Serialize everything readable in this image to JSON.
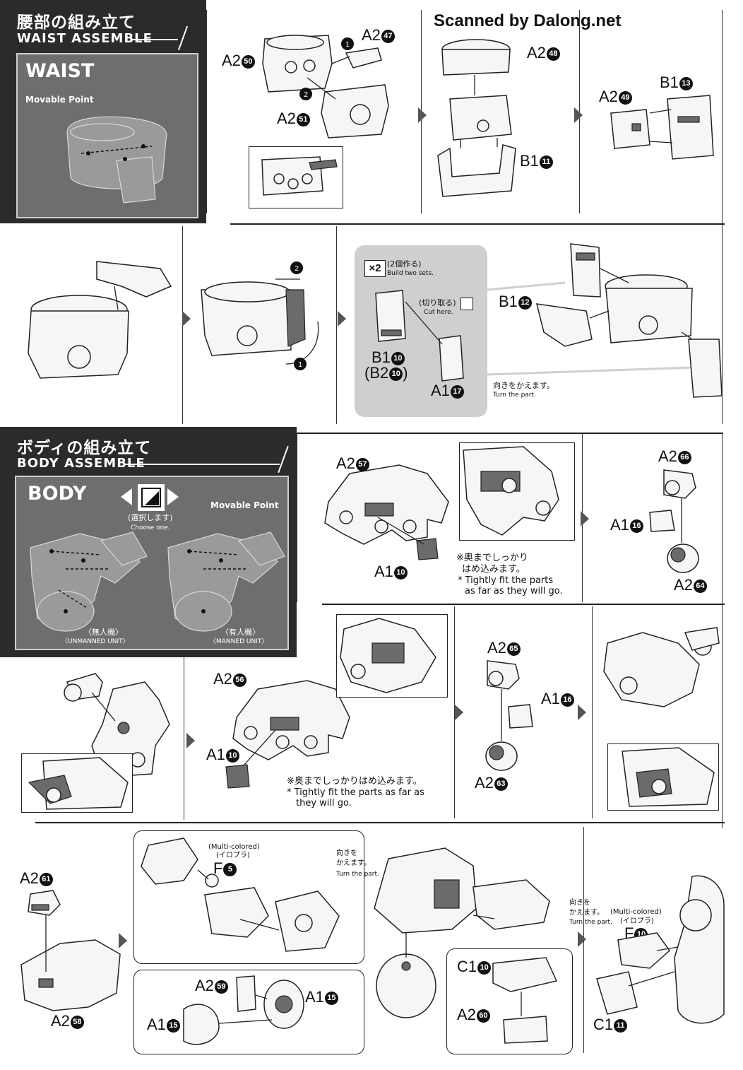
{
  "watermark": "Scanned by Dalong.net",
  "waist": {
    "header_jp": "腰部の組み立て",
    "header_en": "WAIST ASSEMBLE",
    "panel_title": "WAIST",
    "panel_sub": "Movable Point",
    "labels": {
      "a2_50": "A2",
      "a2_50_n": "50",
      "a2_47": "A2",
      "a2_47_n": "47",
      "a2_51": "A2",
      "a2_51_n": "51",
      "a2_48": "A2",
      "a2_48_n": "48",
      "b1_11": "B1",
      "b1_11_n": "11",
      "a2_49": "A2",
      "a2_49_n": "49",
      "b1_13": "B1",
      "b1_13_n": "13",
      "b1_12": "B1",
      "b1_12_n": "12",
      "b1_10": "B1",
      "b1_10_n": "10",
      "b2_10": "(B2",
      "b2_10_n": "10",
      "b2_10_close": ")",
      "a1_17": "A1",
      "a1_17_n": "17"
    },
    "steps": {
      "s1": "1",
      "s2": "2"
    },
    "callout": {
      "x2": "×2",
      "make_two_jp": "(2個作る)",
      "make_two_en": "Build two sets.",
      "cut_jp": "(切り取る)",
      "cut_en": "Cut here.",
      "turn_jp": "向きをかえます。",
      "turn_en": "Turn the part."
    }
  },
  "body": {
    "header_jp": "ボディの組み立て",
    "header_en": "BODY ASSEMBLE",
    "panel_title": "BODY",
    "panel_sub": "Movable Point",
    "choose_jp": "(選択します)",
    "choose_en": "Choose one.",
    "unmanned_jp": "〈無人機〉",
    "unmanned_en": "〈UNMANNED UNIT〉",
    "manned_jp": "〈有人機〉",
    "manned_en": "〈MANNED UNIT〉",
    "labels": {
      "a2_57": "A2",
      "a2_57_n": "57",
      "a1_10a": "A1",
      "a1_10a_n": "10",
      "a2_66": "A2",
      "a2_66_n": "66",
      "a1_16a": "A1",
      "a1_16a_n": "16",
      "a2_64": "A2",
      "a2_64_n": "64",
      "a2_56": "A2",
      "a2_56_n": "56",
      "a1_10b": "A1",
      "a1_10b_n": "10",
      "a2_65": "A2",
      "a2_65_n": "65",
      "a1_16b": "A1",
      "a1_16b_n": "16",
      "a2_63": "A2",
      "a2_63_n": "63",
      "a2_61": "A2",
      "a2_61_n": "61",
      "a2_58": "A2",
      "a2_58_n": "58",
      "f5": "F",
      "f5_n": "5",
      "a2_59": "A2",
      "a2_59_n": "59",
      "a1_15a": "A1",
      "a1_15a_n": "15",
      "a1_15b": "A1",
      "a1_15b_n": "15",
      "c1_10": "C1",
      "c1_10_n": "10",
      "a2_60": "A2",
      "a2_60_n": "60",
      "f10": "F",
      "f10_n": "10",
      "c1_11": "C1",
      "c1_11_n": "11"
    },
    "notes": {
      "fit1_jp1": "※奥までしっかり",
      "fit1_jp2": "はめ込みます。",
      "fit1_en1": "* Tightly fit the parts",
      "fit1_en2": "as far as they will go.",
      "fit2_jp": "※奥までしっかりはめ込みます。",
      "fit2_en1": "* Tightly fit the parts as far as",
      "fit2_en2": "they will go.",
      "multi1_en": "(Multi-colored)",
      "multi1_jp": "(イロプラ)",
      "turn1_jp1": "向きを",
      "turn1_jp2": "かえます。",
      "turn1_en": "Turn the part.",
      "turn2_jp1": "向きを",
      "turn2_jp2": "かえます。",
      "turn2_en": "Turn the part.",
      "multi2_en": "(Multi-colored)",
      "multi2_jp": "(イロプラ)"
    }
  }
}
